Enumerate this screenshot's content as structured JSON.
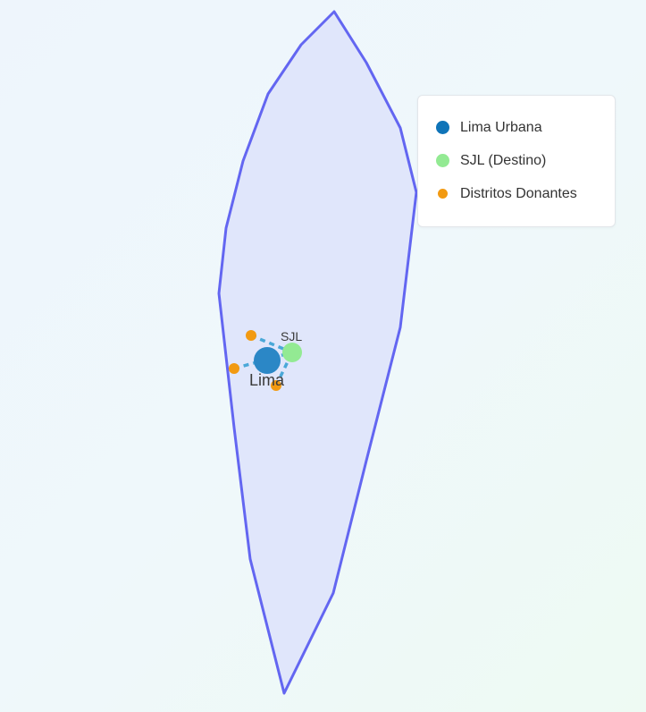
{
  "map": {
    "boundary": {
      "fill": "#e0e6fb",
      "stroke": "#6366f1"
    },
    "points": [
      {
        "id": "lima",
        "label": "Lima",
        "category": "urban"
      },
      {
        "id": "sjl",
        "label": "SJL",
        "category": "destination"
      },
      {
        "id": "donor-1",
        "label": "",
        "category": "donor"
      },
      {
        "id": "donor-2",
        "label": "",
        "category": "donor"
      },
      {
        "id": "donor-3",
        "label": "",
        "category": "donor"
      }
    ],
    "connector_color": "#4aa8d8"
  },
  "legend": {
    "items": [
      {
        "label": "Lima Urbana",
        "color": "#0f74b8",
        "marker": "large-dot"
      },
      {
        "label": "SJL (Destino)",
        "color": "#93ea93",
        "marker": "large-dot"
      },
      {
        "label": "Distritos Donantes",
        "color": "#f29a12",
        "marker": "small-dot"
      }
    ]
  },
  "colors": {
    "lima": "#2b87c6",
    "sjl": "#93ea93",
    "donor": "#f29a12"
  }
}
